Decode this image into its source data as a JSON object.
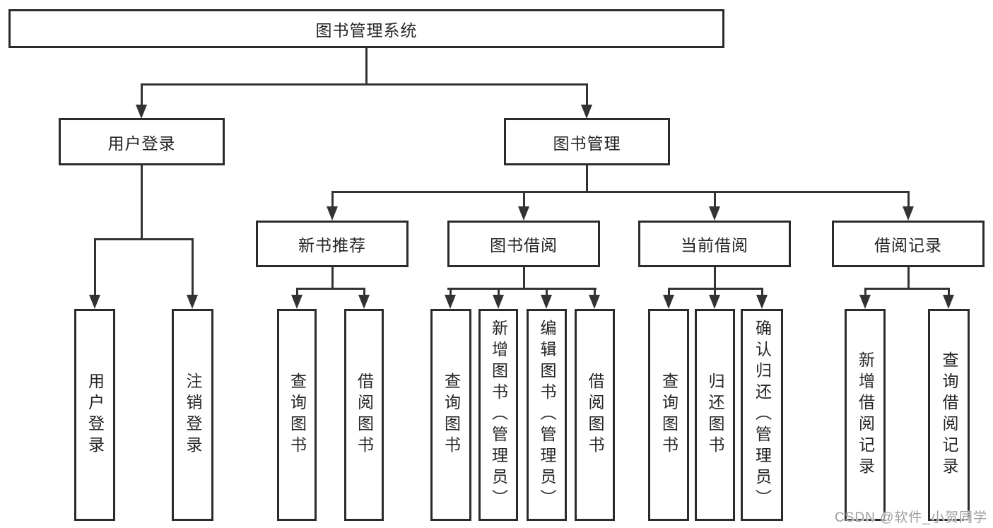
{
  "diagram": {
    "root": {
      "label": "图书管理系统"
    },
    "level2": [
      {
        "label": "用户登录"
      },
      {
        "label": "图书管理"
      }
    ],
    "level3": [
      {
        "label": "新书推荐"
      },
      {
        "label": "图书借阅"
      },
      {
        "label": "当前借阅"
      },
      {
        "label": "借阅记录"
      }
    ],
    "leaves": {
      "user_login": [
        "用户登录",
        "注销登录"
      ],
      "new_book": [
        "查询图书",
        "借阅图书"
      ],
      "book_borrow": [
        "查询图书",
        "新增图书（管理员）",
        "编辑图书（管理员）",
        "借阅图书"
      ],
      "current_borrow": [
        "查询图书",
        "归还图书",
        "确认归还（管理员）"
      ],
      "borrow_record": [
        "新增借阅记录",
        "查询借阅记录"
      ]
    }
  },
  "watermark": {
    "text": "CSDN @软件_小贺同学",
    "color": "#9e9e9e"
  },
  "colors": {
    "line": "#333333",
    "border": "#2b2b2b",
    "text": "#262626",
    "background": "#ffffff"
  }
}
